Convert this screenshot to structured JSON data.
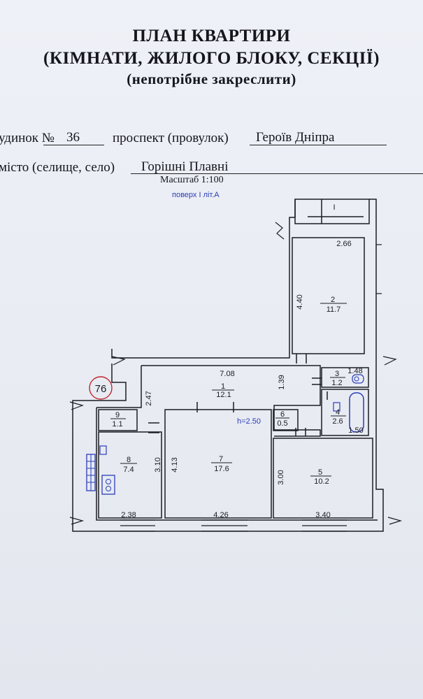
{
  "header": {
    "title_line1": "ПЛАН КВАРТИРИ",
    "title_line2": "(КІМНАТИ, ЖИЛОГО БЛОКУ, СЕКЦІЇ)",
    "title_line3": "(непотрібне закреслити)"
  },
  "address": {
    "house_label": "удинок №",
    "house_number": "36",
    "street_type": "проспект (провулок)",
    "street_name": "Героїв Дніпра",
    "city_label": "місто (селище, село)",
    "city_name": "Горішні Плавні"
  },
  "plan": {
    "scale": "Масштаб 1:100",
    "floor_label": "поверх І літ.А",
    "apartment_number": "76",
    "ceiling_height": "h=2.50",
    "balcony_mark": "І",
    "rooms": [
      {
        "number": "1",
        "area": "12.1"
      },
      {
        "number": "2",
        "area": "11.7"
      },
      {
        "number": "3",
        "area": "1.2"
      },
      {
        "number": "4",
        "area": "2.6"
      },
      {
        "number": "5",
        "area": "10.2"
      },
      {
        "number": "6",
        "area": "0.5"
      },
      {
        "number": "7",
        "area": "17.6"
      },
      {
        "number": "8",
        "area": "7.4"
      },
      {
        "number": "9",
        "area": "1.1"
      }
    ],
    "dimensions": {
      "room2_width": "2.66",
      "room2_length": "4.40",
      "corridor_length": "7.08",
      "corridor_width": "1.39",
      "hall_height": "2.47",
      "wc_width": "1.48",
      "bath_width": "1.50",
      "room8_height": "3.10",
      "room7_height": "4.13",
      "room5_height": "3.00",
      "room8_width": "2.38",
      "room7_width": "4.26",
      "room5_width": "3.40"
    },
    "colors": {
      "ink": "#1c1c24",
      "accent_blue": "#2b3db4",
      "stamp_red": "#c0262c"
    }
  }
}
